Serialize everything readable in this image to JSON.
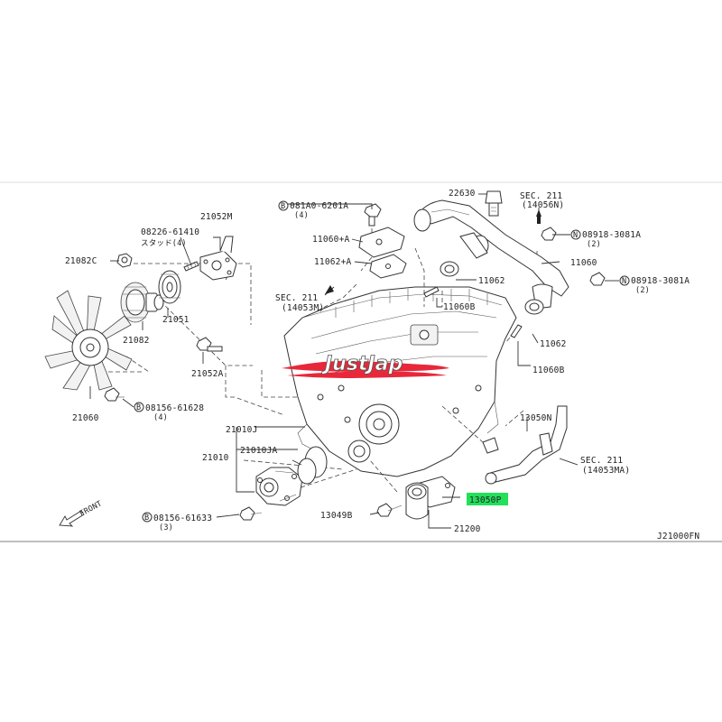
{
  "callouts": {
    "p21082c": "21082C",
    "p08226": "08226-61410",
    "stud": "スタッド(4)",
    "p21052m": "21052M",
    "p21051": "21051",
    "p21082": "21082",
    "p21052a": "21052A",
    "p21060": "21060",
    "p08156a": "08156-61628",
    "p08156a_qty": "(4)",
    "p081a0": "081A0-6201A",
    "p081a0_qty": "(4)",
    "p11060a": "11060+A",
    "p11062a": "11062+A",
    "sec211_14053m": "SEC. 211",
    "sec211_14053m_ref": "(14053M)",
    "p22630": "22630",
    "sec211_14056n": "SEC. 211",
    "sec211_14056n_ref": "(14056N)",
    "p08918a": "08918-3081A",
    "p08918a_qty": "(2)",
    "p11060": "11060",
    "p08918b": "08918-3081A",
    "p08918b_qty": "(2)",
    "p11062": "11062",
    "p11060b": "11060B",
    "p11062b": "11062",
    "p11060b2": "11060B",
    "p13050n": "13050N",
    "sec211_14053ma": "SEC. 211",
    "sec211_14053ma_ref": "(14053MA)",
    "p21010j": "21010J",
    "p21010": "21010",
    "p21010ja": "21010JA",
    "p13050p": "13050P",
    "p13049b": "13049B",
    "p21200": "21200",
    "p08156b": "08156-61633",
    "p08156b_qty": "(3)",
    "front": "FRONT",
    "bolt_prefix": "B",
    "nut_prefix": "N"
  },
  "diagram_code": "J21000FN",
  "watermark": "JustJap",
  "colors": {
    "highlight": "#22e05a",
    "watermark_stripe": "#e8283a"
  }
}
